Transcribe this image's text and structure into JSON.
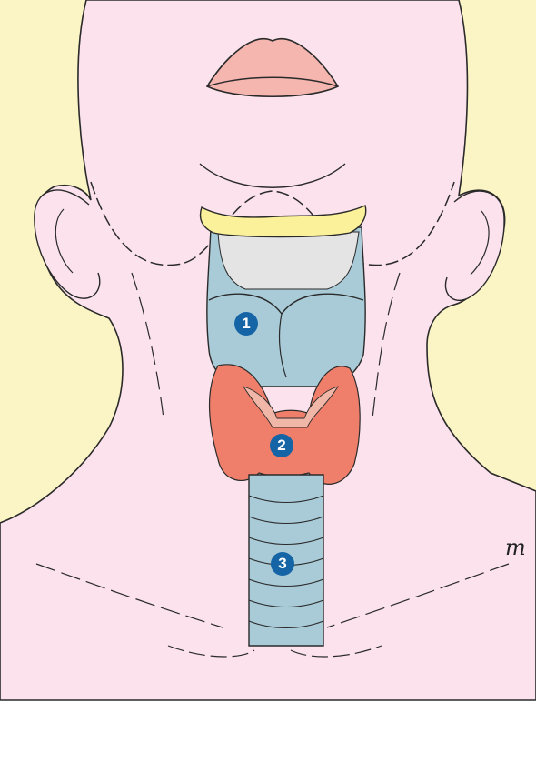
{
  "labels": [
    {
      "id": "1",
      "text": "1"
    },
    {
      "id": "2",
      "text": "2"
    },
    {
      "id": "3",
      "text": "3"
    }
  ],
  "signature": "m",
  "colors": {
    "background": "#fbf4c4",
    "skin": "#fbe2ec",
    "cartilage": "#a9cbd8",
    "thyroid": "#ef7f6b",
    "hyoid": "#fbf19b",
    "lips": "#f5b6b0",
    "marker": "#1565a6",
    "outline": "#2a2a2a"
  }
}
